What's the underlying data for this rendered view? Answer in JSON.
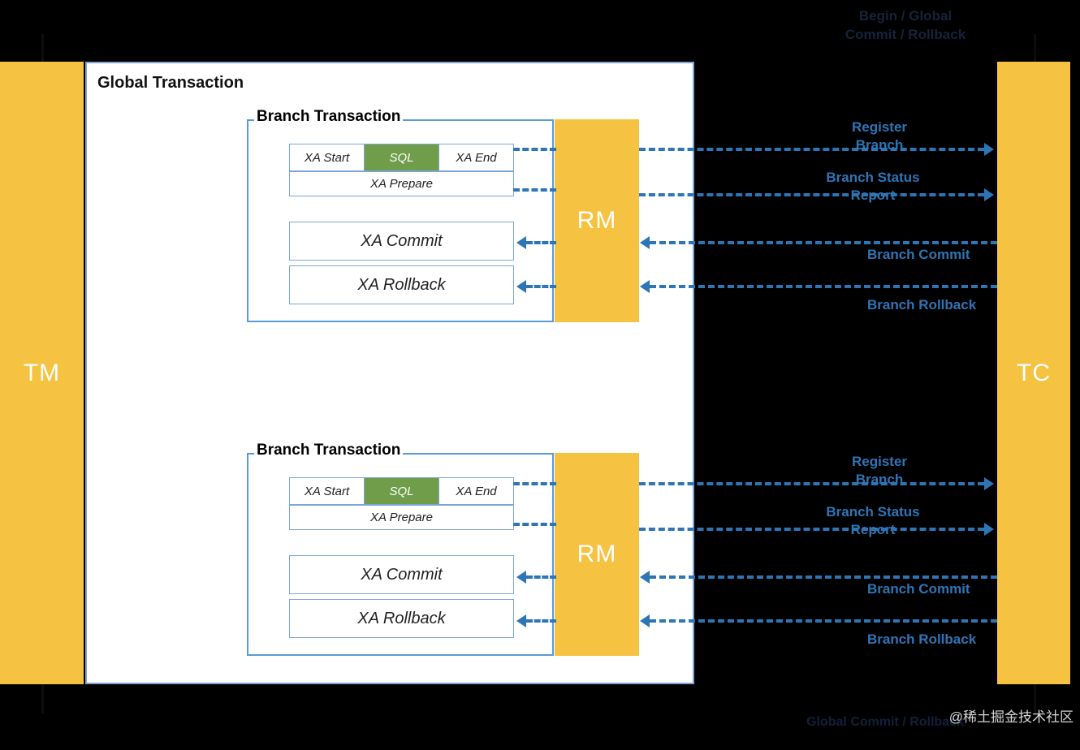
{
  "diagram": {
    "title_top": "Begin / Global\nCommit / Rollback",
    "title_bottom": "Global Commit / Rollback",
    "watermark": "@稀土掘金技术社区"
  },
  "actors": {
    "tm": "TM",
    "tc": "TC",
    "rm": "RM"
  },
  "global": {
    "title": "Global\nTransaction"
  },
  "branches": [
    {
      "title": "Branch Transaction",
      "xa_start": "XA Start",
      "sql": "SQL",
      "xa_end": "XA End",
      "xa_prepare": "XA Prepare",
      "xa_commit": "XA Commit",
      "xa_rollback": "XA Rollback",
      "messages": {
        "register_branch": "Register\nBranch",
        "branch_status_report": "Branch Status\nReport",
        "branch_commit": "Branch Commit",
        "branch_rollback": "Branch Rollback"
      }
    },
    {
      "title": "Branch Transaction",
      "xa_start": "XA Start",
      "sql": "SQL",
      "xa_end": "XA End",
      "xa_prepare": "XA Prepare",
      "xa_commit": "XA Commit",
      "xa_rollback": "XA Rollback",
      "messages": {
        "register_branch": "Register\nBranch",
        "branch_status_report": "Branch Status\nReport",
        "branch_commit": "Branch Commit",
        "branch_rollback": "Branch Rollback"
      }
    }
  ],
  "colors": {
    "actor_fill": "#F5C242",
    "sql_fill": "#6F9D4A",
    "line_blue": "#2E75B6",
    "box_border": "#5B9BD5",
    "panel_bg": "#FFFFFF",
    "background": "#000000"
  }
}
